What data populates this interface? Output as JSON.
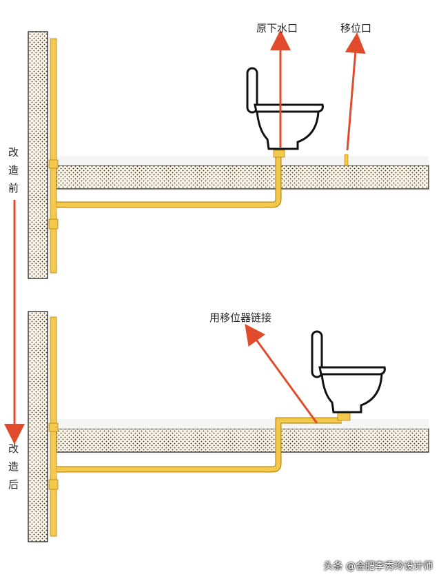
{
  "labels": {
    "original_drain": "原下水口",
    "shift_position": "移位口",
    "connect_with_shifter": "用移位器链接"
  },
  "side_labels": {
    "before": [
      "改",
      "造",
      "前"
    ],
    "after": [
      "改",
      "造",
      "后"
    ]
  },
  "watermark": "头条 @合肥李秀玲设计师",
  "colors": {
    "pipe": "#f2c94c",
    "pipe_edge": "#b8860b",
    "arrow": "#e04b2b",
    "floor_fill": "#fbf3e3",
    "floor_dots": "#333333",
    "outline": "#111111"
  }
}
